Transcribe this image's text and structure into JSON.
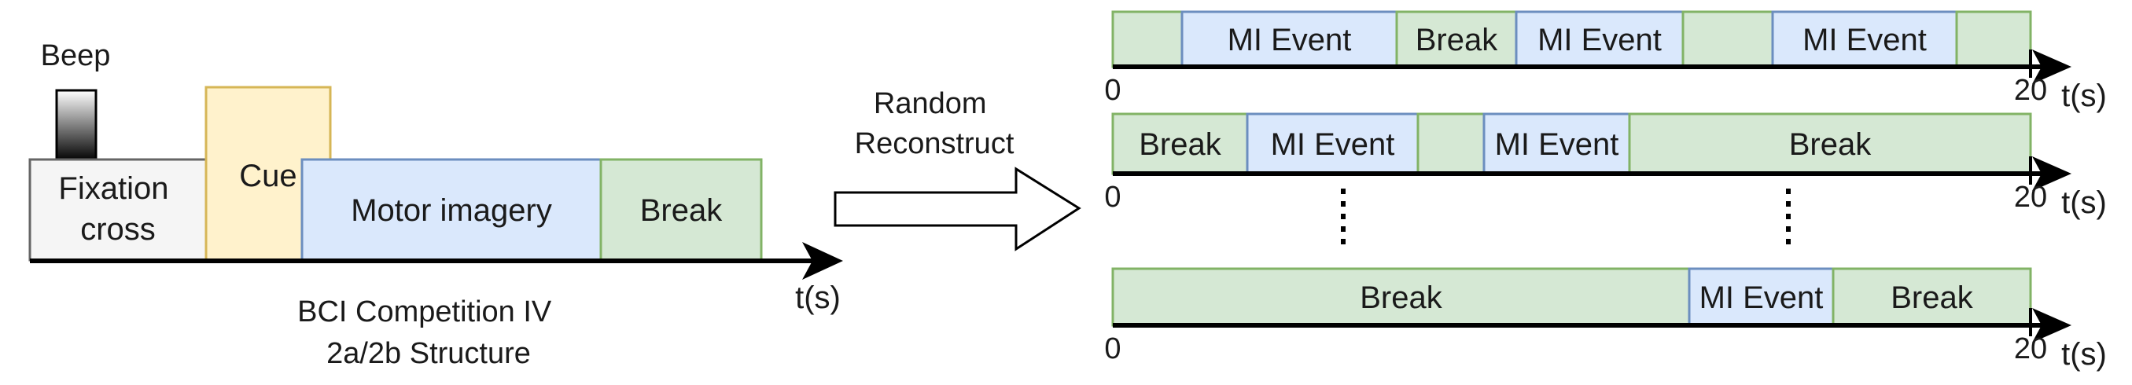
{
  "left_timeline": {
    "beep_label": "Beep",
    "segments": [
      {
        "label_lines": [
          "Fixation",
          "cross"
        ],
        "color": "gray"
      },
      {
        "label_lines": [
          "Cue"
        ],
        "color": "yellow"
      },
      {
        "label_lines": [
          "Motor imagery"
        ],
        "color": "blue"
      },
      {
        "label_lines": [
          "Break"
        ],
        "color": "green"
      }
    ],
    "axis_label": "t(s)",
    "caption_lines": [
      "BCI Competition IV",
      "2a/2b Structure"
    ]
  },
  "arrow": {
    "label_lines": [
      "Random",
      "Reconstruct"
    ]
  },
  "right_timelines": [
    {
      "segments": [
        {
          "label": "",
          "type": "break"
        },
        {
          "label": "MI Event",
          "type": "mi"
        },
        {
          "label": "Break",
          "type": "break"
        },
        {
          "label": "MI Event",
          "type": "mi"
        },
        {
          "label": "",
          "type": "break"
        },
        {
          "label": "MI Event",
          "type": "mi"
        },
        {
          "label": "",
          "type": "break"
        }
      ],
      "start_label": "0",
      "end_label": "20",
      "axis_label": "t(s)"
    },
    {
      "segments": [
        {
          "label": "Break",
          "type": "break"
        },
        {
          "label": "MI Event",
          "type": "mi"
        },
        {
          "label": "",
          "type": "break"
        },
        {
          "label": "MI Event",
          "type": "mi"
        },
        {
          "label": "Break",
          "type": "break"
        }
      ],
      "start_label": "0",
      "end_label": "20",
      "axis_label": "t(s)"
    },
    {
      "segments": [
        {
          "label": "Break",
          "type": "break"
        },
        {
          "label": "MI Event",
          "type": "mi"
        },
        {
          "label": "Break",
          "type": "break"
        }
      ],
      "start_label": "0",
      "end_label": "20",
      "axis_label": "t(s)"
    }
  ],
  "colors": {
    "gray_fill": "#f5f5f5",
    "gray_stroke": "#666666",
    "yellow_fill": "#fff2cc",
    "yellow_stroke": "#d6b656",
    "blue_fill": "#dae8fc",
    "blue_stroke": "#6c8ebf",
    "green_fill": "#d5e8d4",
    "green_stroke": "#82b366",
    "axis": "#000000"
  }
}
